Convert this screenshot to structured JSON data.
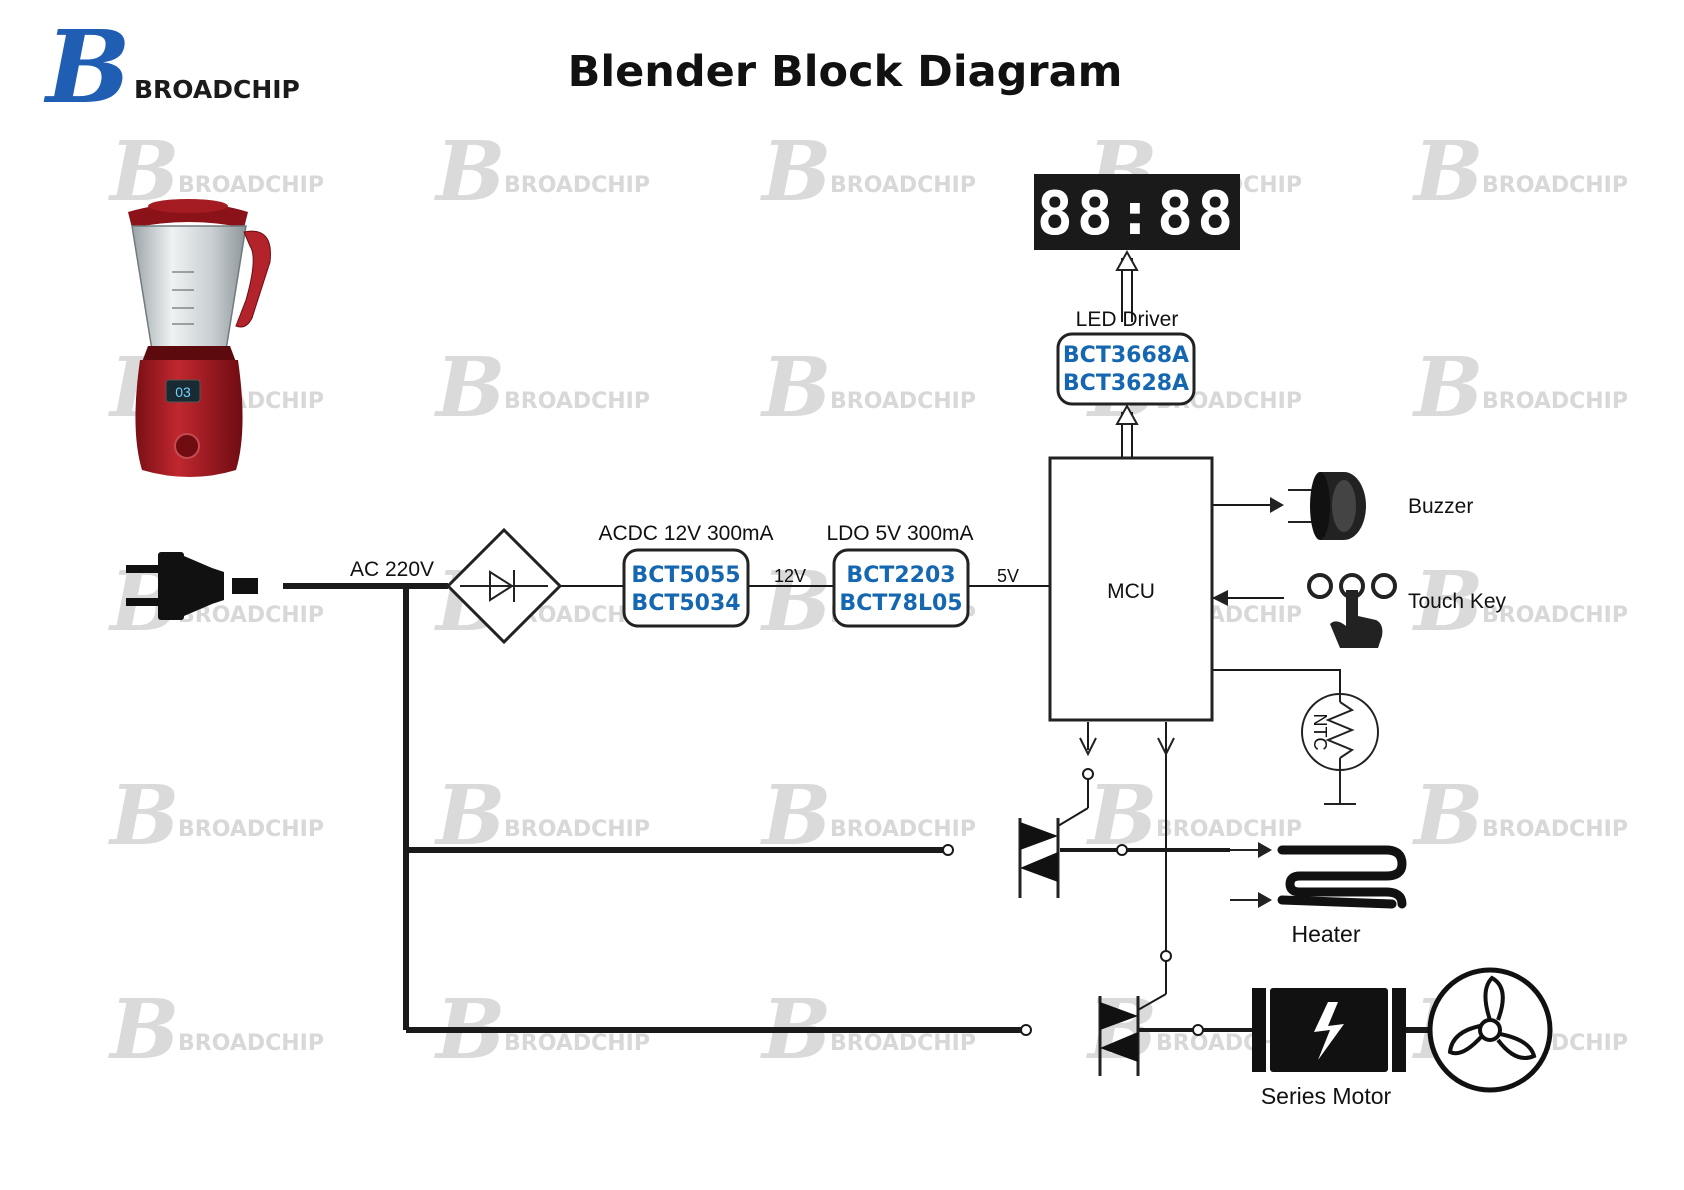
{
  "title": "Blender Block Diagram",
  "logo": {
    "letter": "B",
    "text": "BROADCHIP",
    "color": "#1f5eb3"
  },
  "watermark": {
    "letter": "B",
    "text": "BROADCHIP"
  },
  "accent_color": "#1467b0",
  "display": {
    "digits": "88:88"
  },
  "led_driver": {
    "label": "LED Driver",
    "chips": [
      "BCT3668A",
      "BCT3628A"
    ]
  },
  "acdc": {
    "label": "ACDC 12V 300mA",
    "chips": [
      "BCT5055",
      "BCT5034"
    ]
  },
  "ldo": {
    "label": "LDO 5V 300mA",
    "chips": [
      "BCT2203",
      "BCT78L05"
    ]
  },
  "mcu": {
    "label": "MCU"
  },
  "voltages": {
    "ac": "AC 220V",
    "v12": "12V",
    "v5": "5V"
  },
  "peripherals": {
    "buzzer": "Buzzer",
    "touch_key": "Touch Key",
    "ntc": "NTC",
    "heater": "Heater",
    "motor": "Series Motor"
  },
  "blender_display": "03",
  "icons": [
    "blender-product-image",
    "power-plug-icon",
    "rectifier-bridge-icon",
    "seven-segment-display-icon",
    "buzzer-icon",
    "touch-key-icon",
    "ntc-thermistor-icon",
    "triac-icon",
    "heater-icon",
    "motor-icon",
    "fan-icon"
  ]
}
